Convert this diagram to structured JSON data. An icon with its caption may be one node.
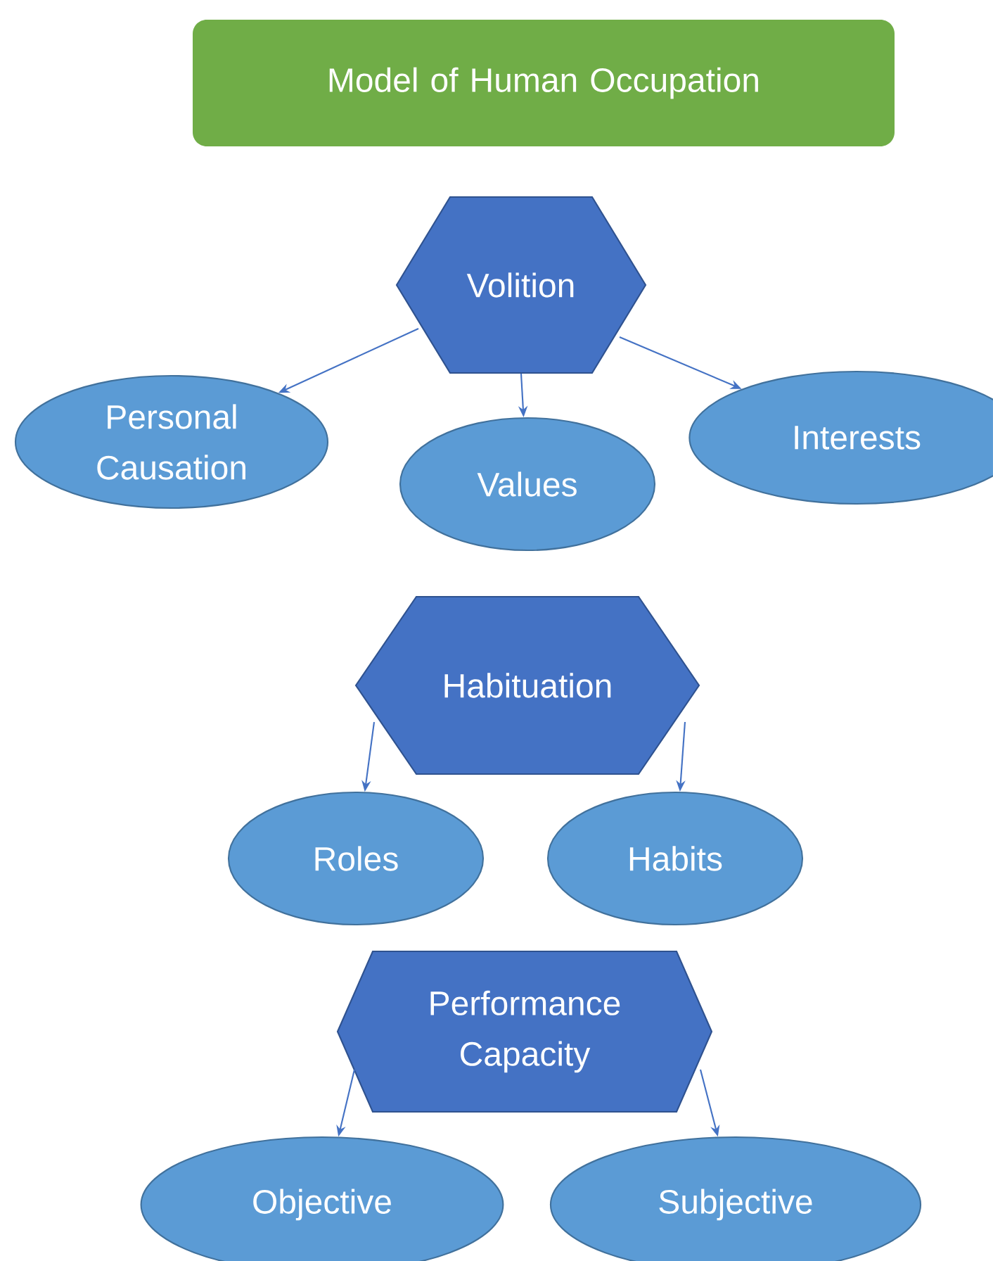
{
  "diagram": {
    "nodes": [
      {
        "text": [
          "Model of Human Occupation"
        ]
      },
      {
        "text": [
          "Volition"
        ]
      },
      {
        "text": [
          "Personal Causation"
        ]
      },
      {
        "text": [
          "Values"
        ]
      },
      {
        "text": [
          "Interests"
        ]
      },
      {
        "text": [
          "Habituation"
        ]
      },
      {
        "text": [
          "Roles"
        ]
      },
      {
        "text": [
          "Habits"
        ]
      },
      {
        "text": [
          "Performance Capacity"
        ]
      },
      {
        "text": [
          "Objective"
        ]
      },
      {
        "text": [
          "Subjective"
        ]
      }
    ],
    "edges": [
      {
        "from": 1,
        "to": 2,
        "arrow": "to"
      },
      {
        "from": 1,
        "to": 3,
        "arrow": "to"
      },
      {
        "from": 1,
        "to": 4,
        "arrow": "to"
      },
      {
        "from": 5,
        "to": 6,
        "arrow": "to"
      },
      {
        "from": 5,
        "to": 7,
        "arrow": "to"
      },
      {
        "from": 8,
        "to": 9,
        "arrow": "to"
      },
      {
        "from": 8,
        "to": 10,
        "arrow": "to"
      }
    ]
  }
}
